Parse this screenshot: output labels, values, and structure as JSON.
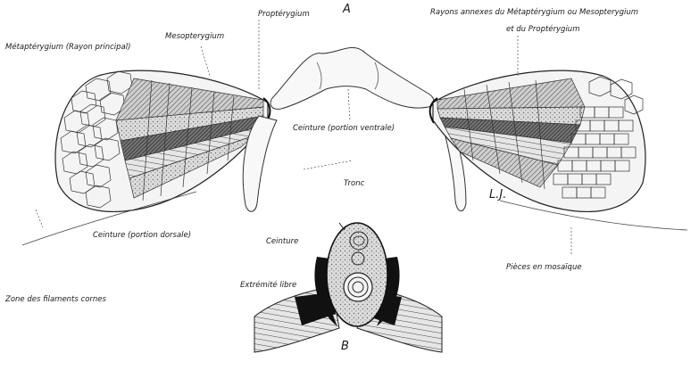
{
  "figure": {
    "labels": {
      "metapterygium": "Métaptérygium (Rayon principal)",
      "mesopterygium": "Mesopterygium",
      "propterygium": "Proptérygium",
      "figure_a": "A",
      "rayons_annexes_line1": "Rayons annexes du Métaptérygium ou Mesopterygium",
      "rayons_annexes_line2": "et du Proptérygium",
      "ceinture_ventrale": "Ceinture (portion ventrale)",
      "ceinture_dorsale": "Ceinture (portion dorsale)",
      "zone_filaments": "Zone des filaments cornes",
      "tronc": "Tronc",
      "ceinture": "Ceinture",
      "extremite_libre": "Extrémité libre",
      "pieces_mosaique": "Pièces en mosaïque",
      "figure_b": "B",
      "signature": "L.J."
    }
  }
}
